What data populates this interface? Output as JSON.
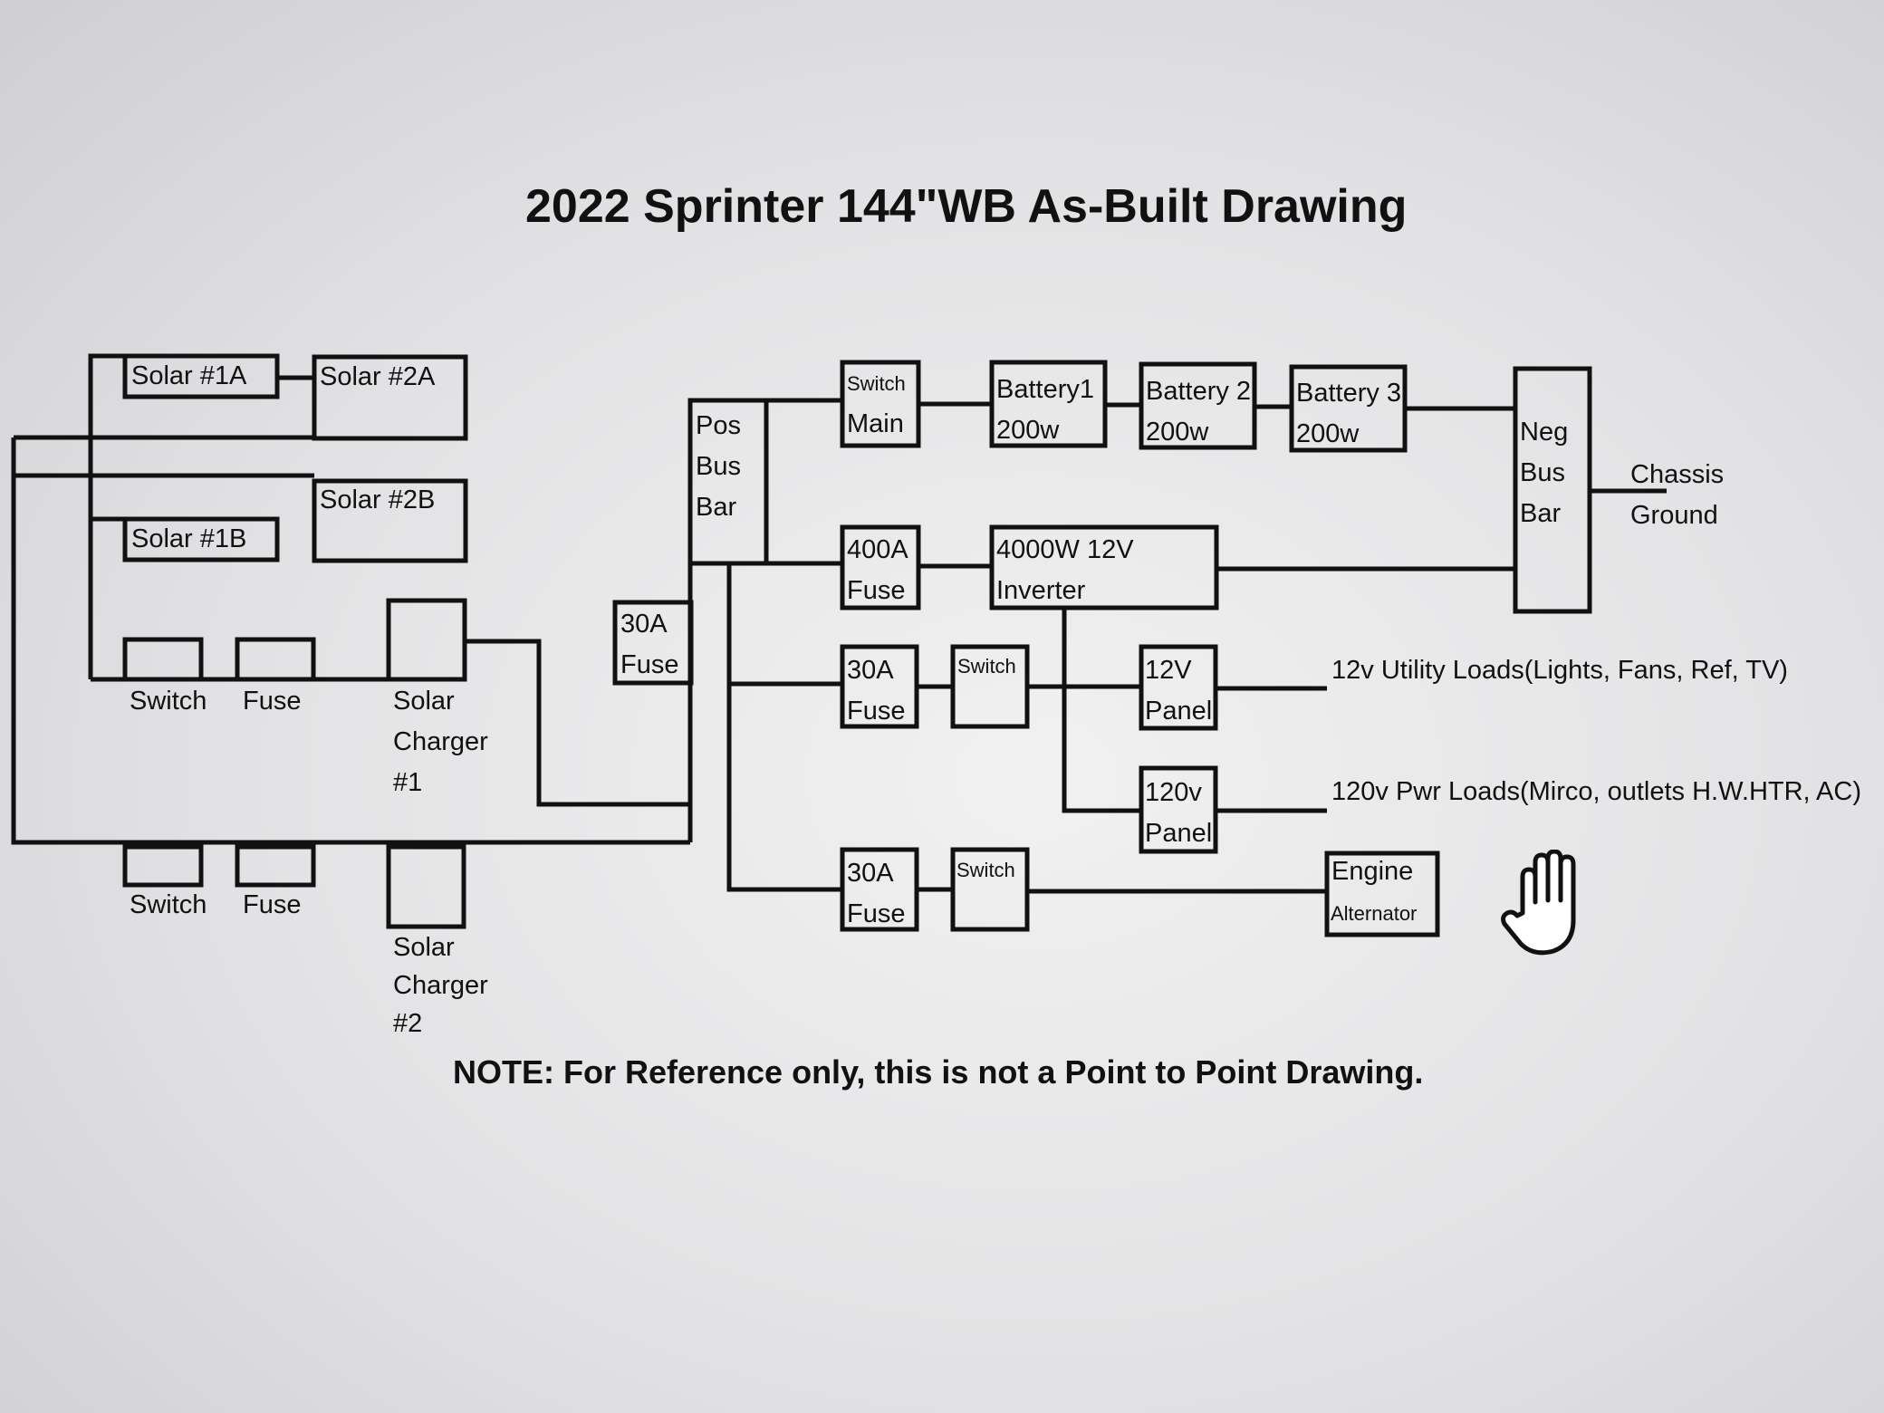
{
  "title": "2022 Sprinter 144\"WB As-Built Drawing",
  "note": "NOTE:  For Reference only, this is not a Point to Point Drawing.",
  "solar": {
    "panel_1a": "Solar #1A",
    "panel_2a": "Solar #2A",
    "panel_1b": "Solar #1B",
    "panel_2b": "Solar #2B",
    "string1": {
      "switch": "Switch",
      "fuse": "Fuse",
      "charger": [
        "Solar",
        "Charger",
        "#1"
      ]
    },
    "string2": {
      "switch": "Switch",
      "fuse": "Fuse",
      "charger": [
        "Solar",
        "Charger",
        "#2"
      ]
    }
  },
  "fuse_30a_main": [
    "30A",
    "Fuse"
  ],
  "pos_bus_bar": [
    "Pos",
    "Bus",
    "Bar"
  ],
  "switch_main": [
    "Switch",
    "Main"
  ],
  "batteries": [
    [
      "Battery1",
      "200w"
    ],
    [
      "Battery 2",
      "200w"
    ],
    [
      "Battery 3",
      "200w"
    ]
  ],
  "neg_bus_bar": [
    "Neg",
    "Bus",
    "Bar"
  ],
  "chassis_ground": [
    "Chassis",
    "Ground"
  ],
  "fuse_400a": [
    "400A",
    "Fuse"
  ],
  "inverter": [
    "4000W 12V",
    "Inverter"
  ],
  "branch_12v": {
    "fuse": [
      "30A",
      "Fuse"
    ],
    "switch": "Switch",
    "panel": [
      "12V",
      "Panel"
    ],
    "loads": "12v Utility Loads(Lights, Fans, Ref, TV)"
  },
  "branch_120v": {
    "panel": [
      "120v",
      "Panel"
    ],
    "loads": "120v Pwr Loads(Mirco, outlets H.W.HTR, AC)"
  },
  "branch_alt": {
    "fuse": [
      "30A",
      "Fuse"
    ],
    "switch": "Switch",
    "source": [
      "Engine",
      "Alternator"
    ]
  },
  "icons": {
    "cursor": "hand-pointer-icon"
  }
}
